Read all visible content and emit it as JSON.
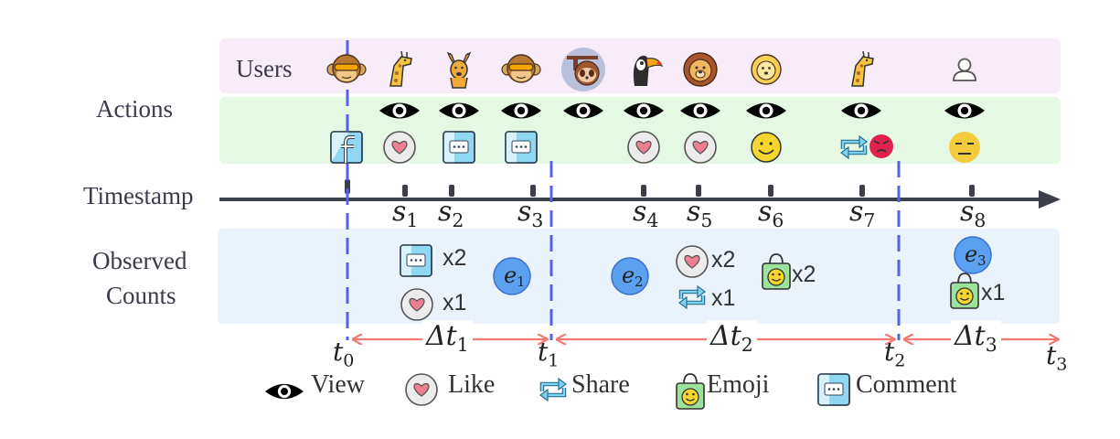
{
  "rows": {
    "users": "Users",
    "actions": "Actions",
    "timestamp": "Timestamp",
    "observed_line1": "Observed",
    "observed_line2": "Counts"
  },
  "timestamps": [
    {
      "name": "s",
      "sub": "1"
    },
    {
      "name": "s",
      "sub": "2"
    },
    {
      "name": "s",
      "sub": "3"
    },
    {
      "name": "s",
      "sub": "4"
    },
    {
      "name": "s",
      "sub": "5"
    },
    {
      "name": "s",
      "sub": "6"
    },
    {
      "name": "s",
      "sub": "7"
    },
    {
      "name": "s",
      "sub": "8"
    }
  ],
  "boundaries": [
    {
      "name": "t",
      "sub": "0"
    },
    {
      "name": "t",
      "sub": "1"
    },
    {
      "name": "t",
      "sub": "2"
    },
    {
      "name": "t",
      "sub": "3"
    }
  ],
  "intervals": [
    {
      "name": "Δt",
      "sub": "1"
    },
    {
      "name": "Δt",
      "sub": "2"
    },
    {
      "name": "Δt",
      "sub": "3"
    }
  ],
  "events": [
    {
      "name": "e",
      "sub": "1"
    },
    {
      "name": "e",
      "sub": "2"
    },
    {
      "name": "e",
      "sub": "3"
    }
  ],
  "users": [
    "monkey",
    "giraffe",
    "kangaroo",
    "monkey",
    "sloth",
    "toucan",
    "lion",
    "lion-cub",
    "giraffe",
    "person"
  ],
  "actions": [
    {
      "view": false,
      "second": "facebook"
    },
    {
      "view": true,
      "second": "like"
    },
    {
      "view": true,
      "second": "comment"
    },
    {
      "view": true,
      "second": "comment"
    },
    {
      "view": true,
      "second": ""
    },
    {
      "view": true,
      "second": "like"
    },
    {
      "view": true,
      "second": "like"
    },
    {
      "view": true,
      "second": "smile"
    },
    {
      "view": true,
      "second": "share-angry"
    },
    {
      "view": true,
      "second": "neutral"
    }
  ],
  "counts": {
    "c1_comment": "x2",
    "c1_like": "x1",
    "c2_like": "x2",
    "c2_share": "x1",
    "c2_emoji": "x2",
    "c3_emoji": "x1"
  },
  "legend": {
    "view": "View",
    "like": "Like",
    "share": "Share",
    "emoji": "Emoji",
    "comment": "Comment"
  },
  "colors": {
    "users_band": "#f9ecf9",
    "actions_band": "#e4f8e4",
    "counts_band": "#eaf3fc",
    "axis": "#3a3f4a",
    "boundary": "#5561e8",
    "interval_arrow": "#f07a72",
    "event_fill": "#5ca0f0"
  }
}
